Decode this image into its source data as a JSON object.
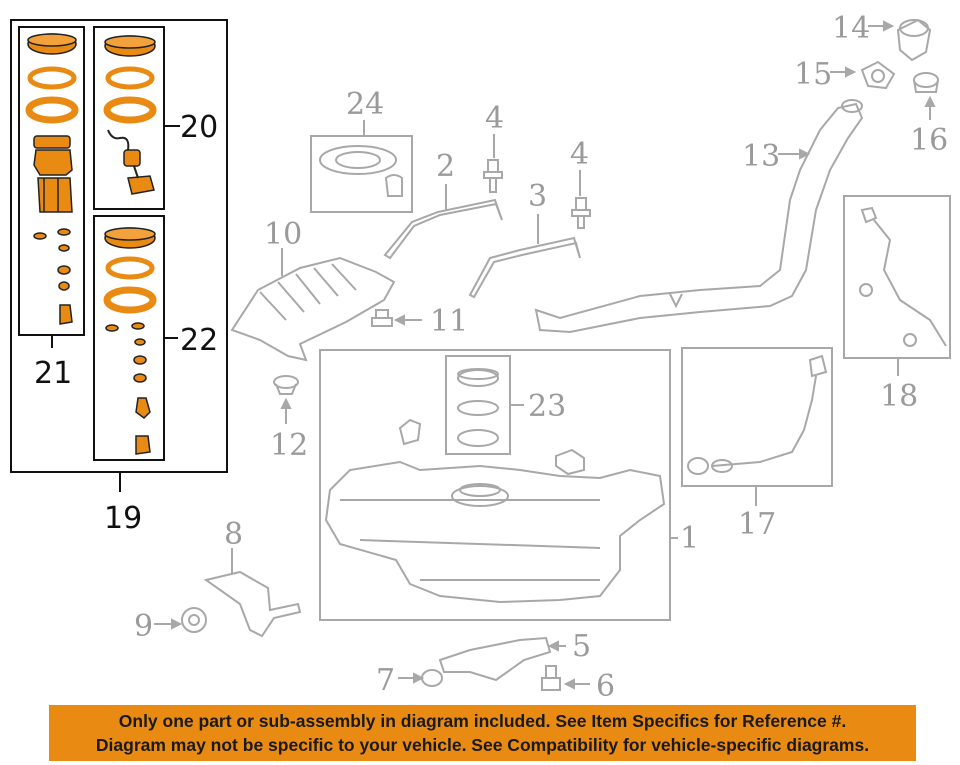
{
  "diagram": {
    "callouts": {
      "c1": "1",
      "c2": "2",
      "c3": "3",
      "c4a": "4",
      "c4b": "4",
      "c5": "5",
      "c6": "6",
      "c7": "7",
      "c8": "8",
      "c9": "9",
      "c10": "10",
      "c11": "11",
      "c12": "12",
      "c13": "13",
      "c14": "14",
      "c15": "15",
      "c16": "16",
      "c17": "17",
      "c18": "18",
      "c19": "19",
      "c20": "20",
      "c21": "21",
      "c22": "22",
      "c23": "23",
      "c24": "24"
    },
    "colors": {
      "highlight": "#e98a12",
      "grey_line": "#a8a8a8",
      "dark_line": "#111111"
    }
  },
  "banner": {
    "line1": "Only one part or sub-assembly in diagram included. See Item Specifics for Reference #.",
    "line2": "Diagram may not be specific to your vehicle. See Compatibility for vehicle-specific diagrams."
  }
}
